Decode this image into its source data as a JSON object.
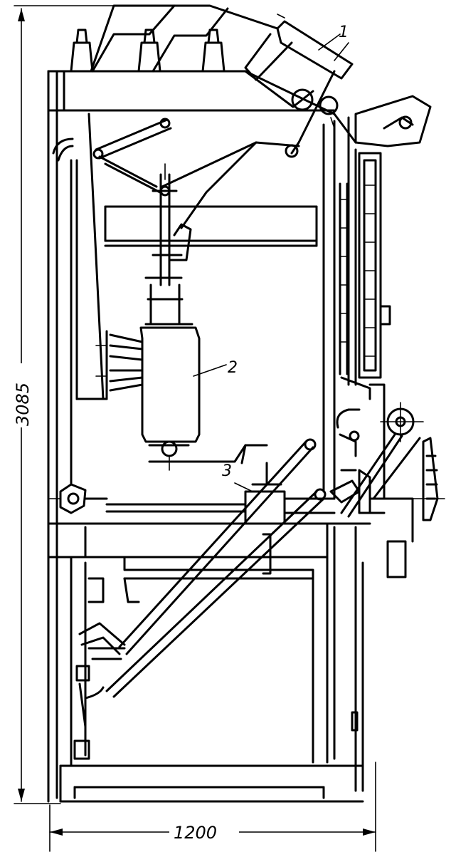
{
  "labels": {
    "part_1": "1",
    "part_2": "2",
    "part_3": "3"
  },
  "dimensions": {
    "height": "3085",
    "width": "1200"
  }
}
